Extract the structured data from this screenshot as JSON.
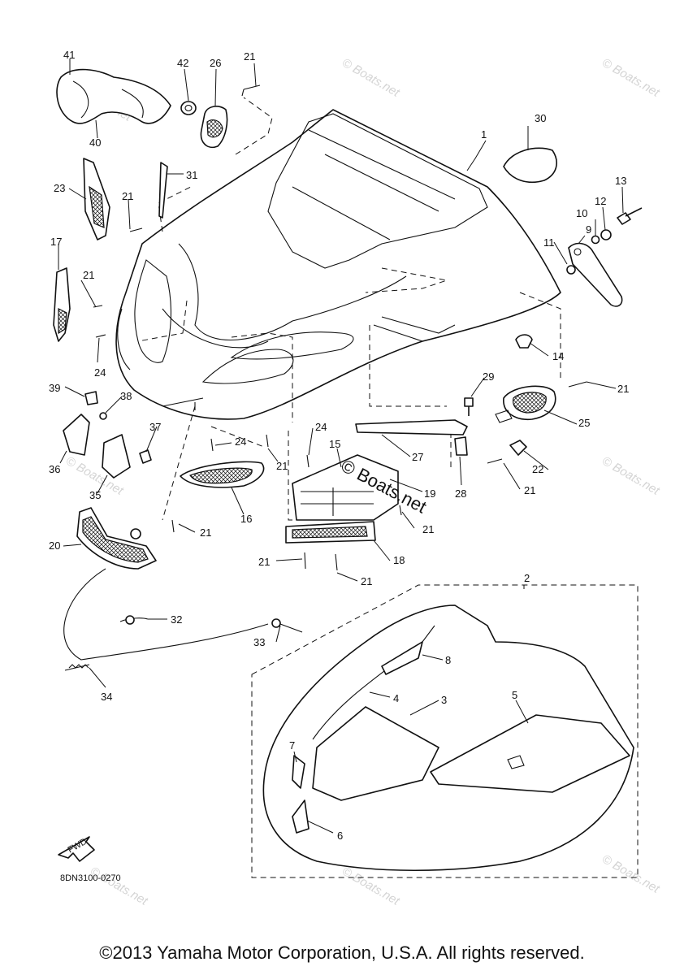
{
  "diagram": {
    "callouts": [
      "1",
      "2",
      "3",
      "4",
      "5",
      "6",
      "7",
      "8",
      "9",
      "10",
      "11",
      "12",
      "13",
      "14",
      "15",
      "16",
      "17",
      "18",
      "19",
      "20",
      "21",
      "22",
      "23",
      "24",
      "25",
      "26",
      "27",
      "28",
      "29",
      "30",
      "31",
      "32",
      "33",
      "34",
      "35",
      "36",
      "37",
      "38",
      "39",
      "40",
      "41",
      "42"
    ],
    "fwd_label": "FWD",
    "drawing_code": "8DN3100-0270",
    "watermark_center": "© Boats.net",
    "watermark_tile": "© Boats.net"
  },
  "footer": {
    "copyright": "©2013 Yamaha Motor Corporation, U.S.A. All rights reserved."
  }
}
